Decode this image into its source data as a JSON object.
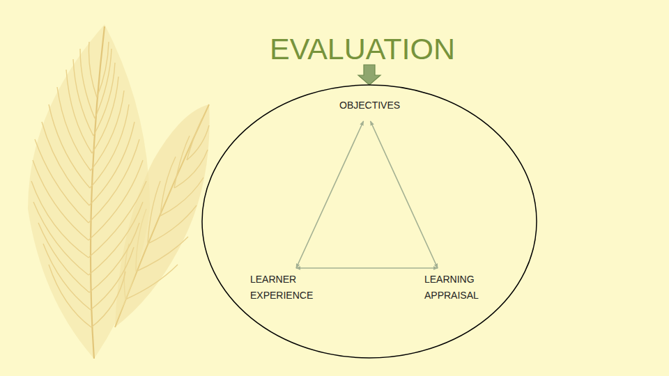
{
  "diagram": {
    "title": "EVALUATION",
    "nodes": [
      {
        "text": [
          "OBJECTIVES"
        ]
      },
      {
        "text": [
          "LEARNER EXPERIENCE"
        ]
      },
      {
        "text": [
          "LEARNING APPRAISAL"
        ]
      }
    ],
    "edges": [
      {
        "from": 0,
        "to": 1,
        "arrow": "both"
      },
      {
        "from": 0,
        "to": 2,
        "arrow": "both"
      },
      {
        "from": 1,
        "to": 2,
        "arrow": "both"
      }
    ]
  }
}
